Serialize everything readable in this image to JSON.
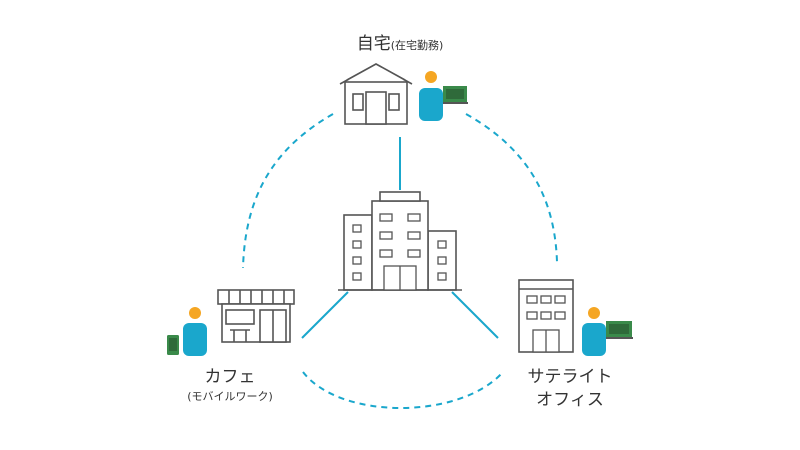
{
  "nodes": {
    "home": {
      "label": "自宅",
      "sublabel": "(在宅勤務)"
    },
    "cafe": {
      "label": "カフェ",
      "sublabel": "(モバイルワーク)"
    },
    "satellite": {
      "label_line1": "サテライト",
      "label_line2": "オフィス"
    },
    "headquarters": {
      "label": ""
    }
  },
  "colors": {
    "stroke": "#555555",
    "connector": "#1aa7cc",
    "person_head": "#f5a623",
    "person_body": "#1aa7cc",
    "laptop": "#3a8a4a",
    "text": "#333333"
  },
  "icons": {
    "home": "house-icon",
    "cafe": "storefront-icon",
    "satellite": "small-office-building-icon",
    "headquarters": "office-building-icon",
    "person": "person-icon",
    "laptop": "laptop-icon",
    "phone": "smartphone-icon"
  }
}
